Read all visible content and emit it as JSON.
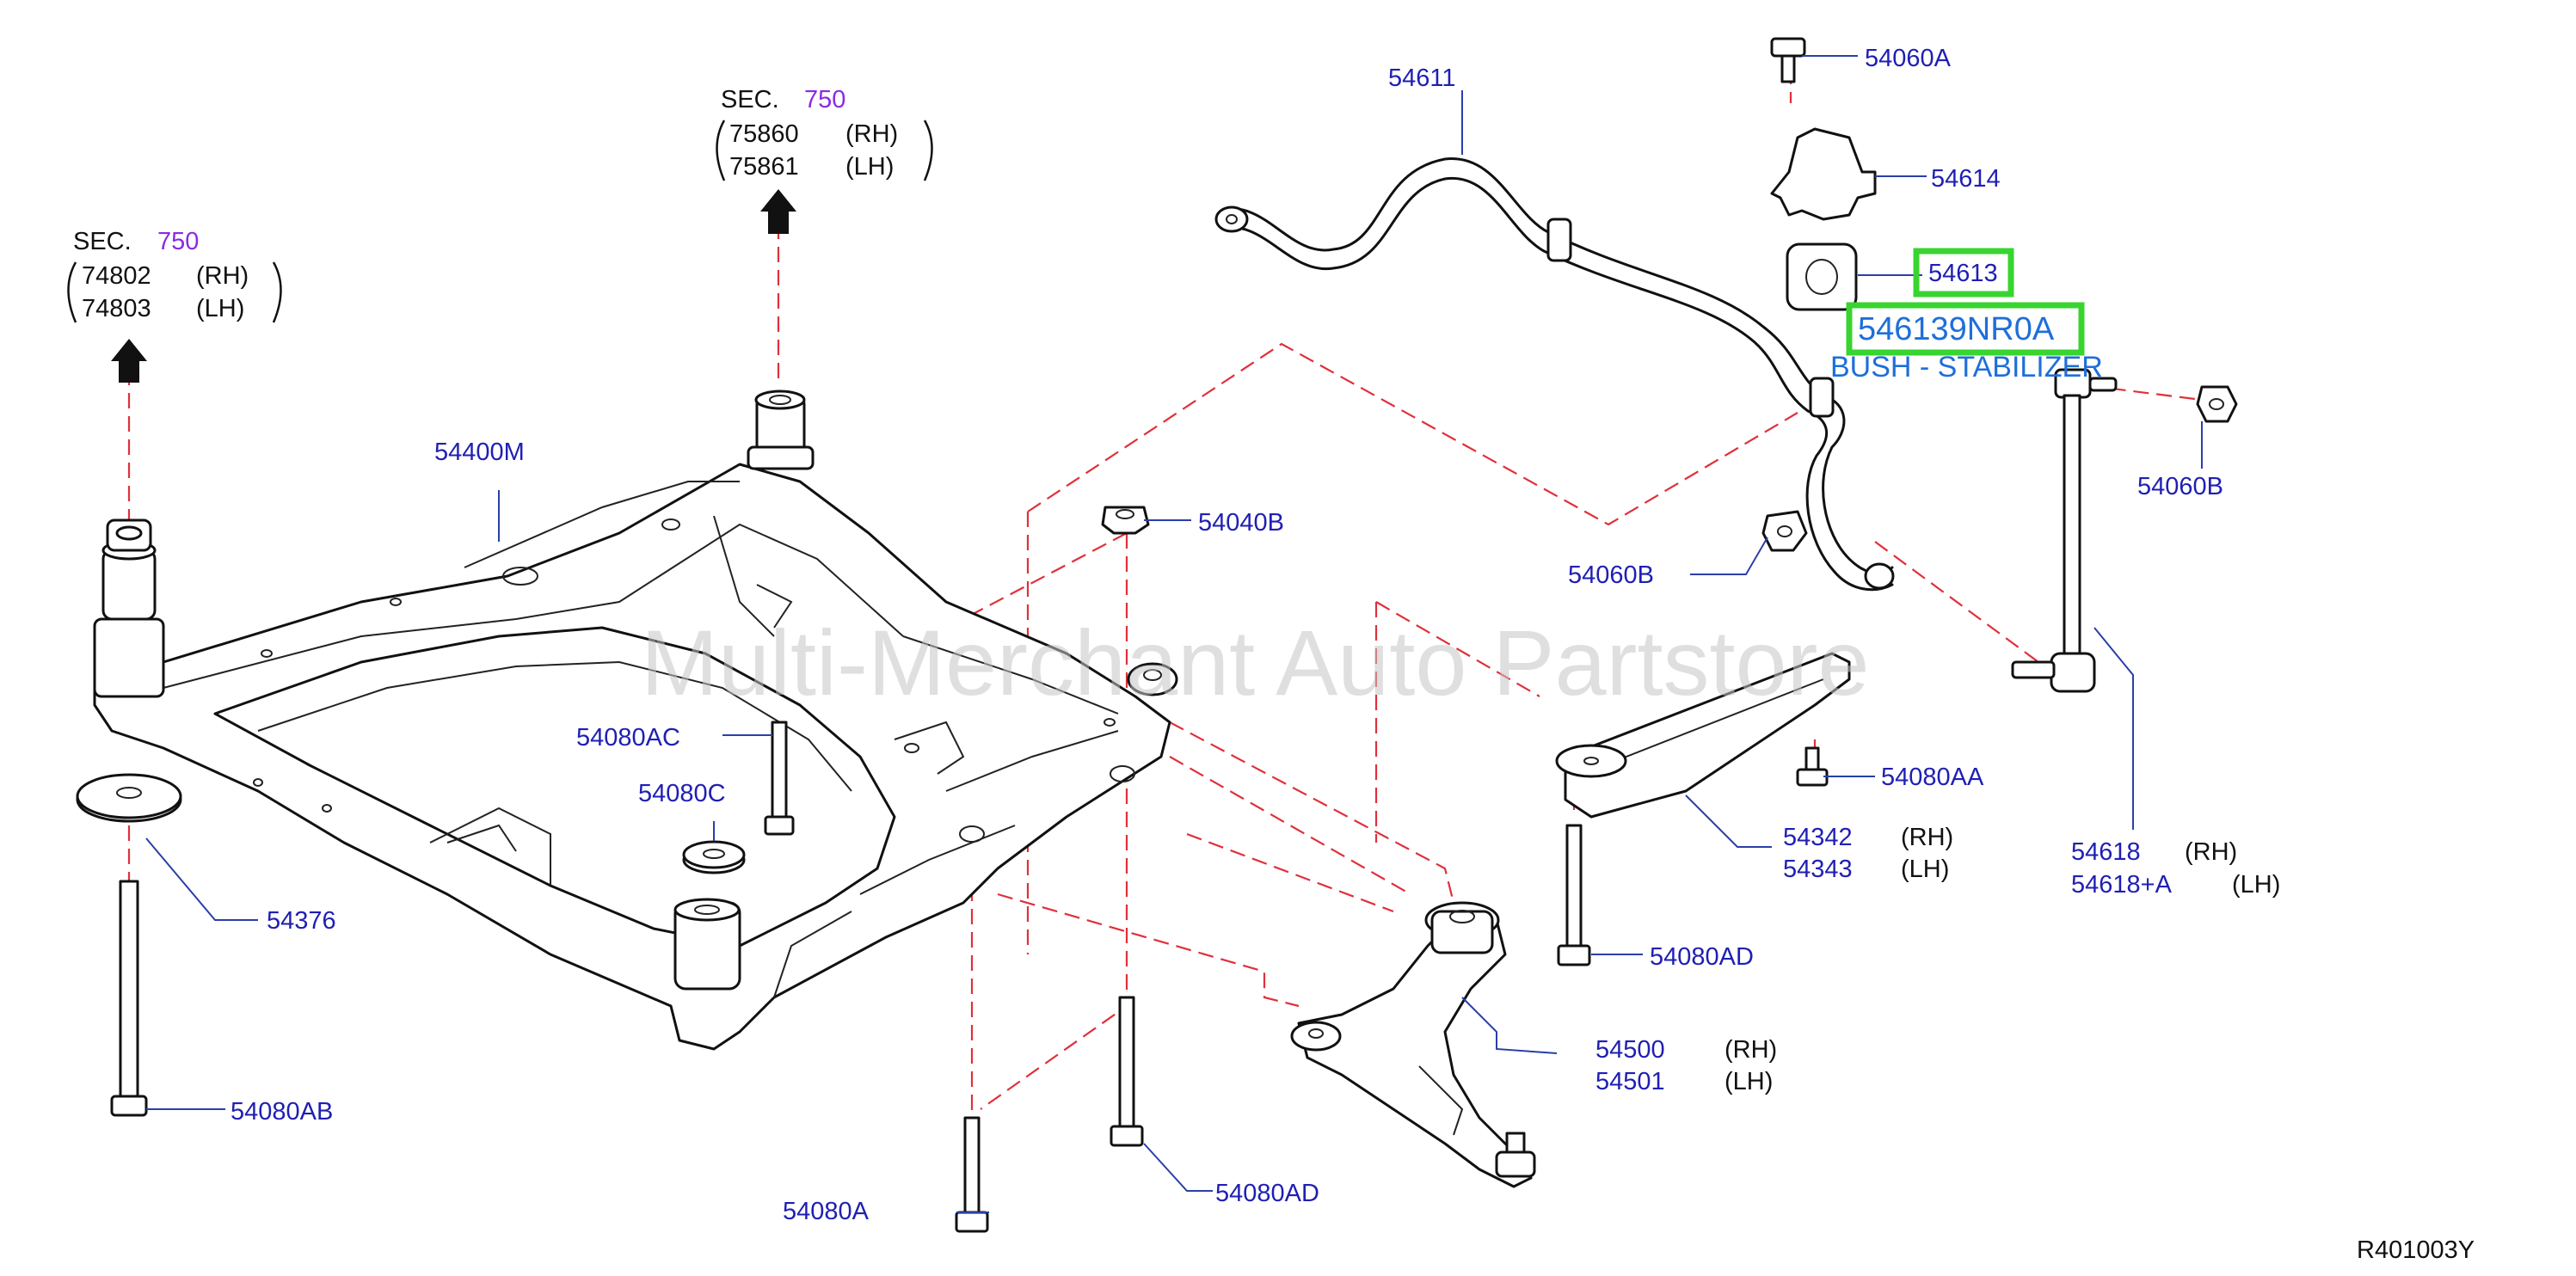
{
  "sections": [
    {
      "sec": "SEC.",
      "num": "750",
      "rows": [
        [
          "75860",
          "(RH)"
        ],
        [
          "75861",
          "(LH)"
        ]
      ]
    },
    {
      "sec": "SEC.",
      "num": "750",
      "rows": [
        [
          "74802",
          "(RH)"
        ],
        [
          "74803",
          "(LH)"
        ]
      ]
    }
  ],
  "labels": {
    "p54611": "54611",
    "p54060A": "54060A",
    "p54614": "54614",
    "p54613": "54613",
    "p54060B_right": "54060B",
    "p54060B_mid": "54060B",
    "p54400M": "54400M",
    "p54040B": "54040B",
    "p54080AC": "54080AC",
    "p54080C": "54080C",
    "p54376": "54376",
    "p54080AB": "54080AB",
    "p54080A": "54080A",
    "p54080AD_bottom": "54080AD",
    "p54080AD_mid": "54080AD",
    "p54080AA": "54080AA"
  },
  "pairs": {
    "p54342": {
      "a": "54342",
      "a_side": "(RH)",
      "b": "54343",
      "b_side": "(LH)"
    },
    "p54618": {
      "a": "54618",
      "a_side": "(RH)",
      "b": "54618+A",
      "b_side": "(LH)"
    },
    "p54500": {
      "a": "54500",
      "a_side": "(RH)",
      "b": "54501",
      "b_side": "(LH)"
    }
  },
  "highlight": {
    "part_number": "546139NR0A",
    "part_name": "BUSH - STABILIZER"
  },
  "watermark": "Multi-Merchant Auto Partstore",
  "diagram_code": "R401003Y"
}
